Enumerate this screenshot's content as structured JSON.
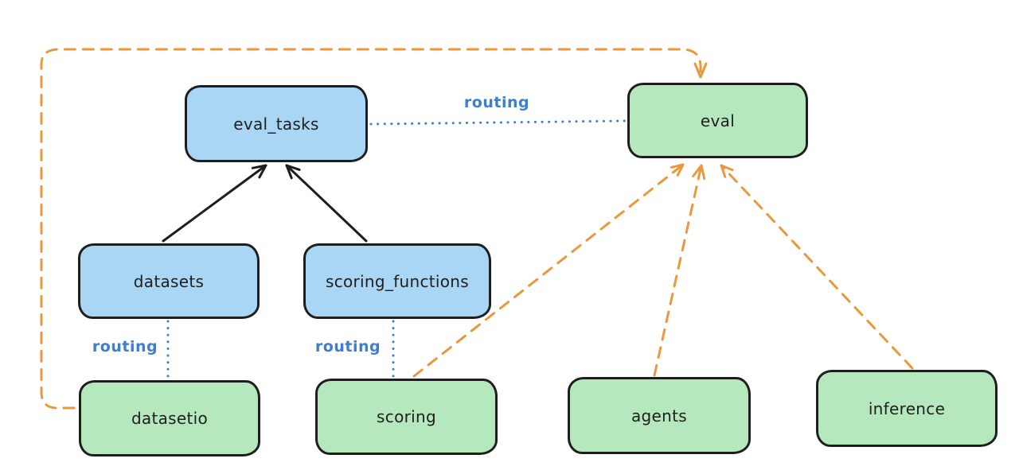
{
  "diagram": {
    "title": "",
    "background_color": "#ffffff",
    "colors": {
      "blue_node_fill": "#a9d6f5",
      "green_node_fill": "#b6e8bd",
      "node_border": "#1e1e1e",
      "node_label_text": "#1e1e1e",
      "routing_label_text": "#3e7ecf",
      "routing_dotted_line": "#3e7ecf",
      "provider_dashed_arrow": "#e9983e",
      "solid_arrow": "#1e1e1e"
    },
    "nodes": {
      "eval_tasks": {
        "label": "eval_tasks",
        "fill": "blue"
      },
      "eval": {
        "label": "eval",
        "fill": "green"
      },
      "datasets": {
        "label": "datasets",
        "fill": "blue"
      },
      "scoring_functions": {
        "label": "scoring_functions",
        "fill": "blue"
      },
      "datasetio": {
        "label": "datasetio",
        "fill": "green"
      },
      "scoring": {
        "label": "scoring",
        "fill": "green"
      },
      "agents": {
        "label": "agents",
        "fill": "green"
      },
      "inference": {
        "label": "inference",
        "fill": "green"
      }
    },
    "edges": [
      {
        "from": "datasets",
        "to": "eval_tasks",
        "style": "solid-black-arrow",
        "label": ""
      },
      {
        "from": "scoring_functions",
        "to": "eval_tasks",
        "style": "solid-black-arrow",
        "label": ""
      },
      {
        "from": "eval_tasks",
        "to": "eval",
        "style": "dotted-blue",
        "label": "routing"
      },
      {
        "from": "datasets",
        "to": "datasetio",
        "style": "dotted-blue",
        "label": "routing"
      },
      {
        "from": "scoring_functions",
        "to": "scoring",
        "style": "dotted-blue",
        "label": "routing"
      },
      {
        "from": "datasetio",
        "to": "eval",
        "style": "dashed-orange-arrow",
        "label": ""
      },
      {
        "from": "scoring",
        "to": "eval",
        "style": "dashed-orange-arrow",
        "label": ""
      },
      {
        "from": "agents",
        "to": "eval",
        "style": "dashed-orange-arrow",
        "label": ""
      },
      {
        "from": "inference",
        "to": "eval",
        "style": "dashed-orange-arrow",
        "label": ""
      }
    ]
  }
}
